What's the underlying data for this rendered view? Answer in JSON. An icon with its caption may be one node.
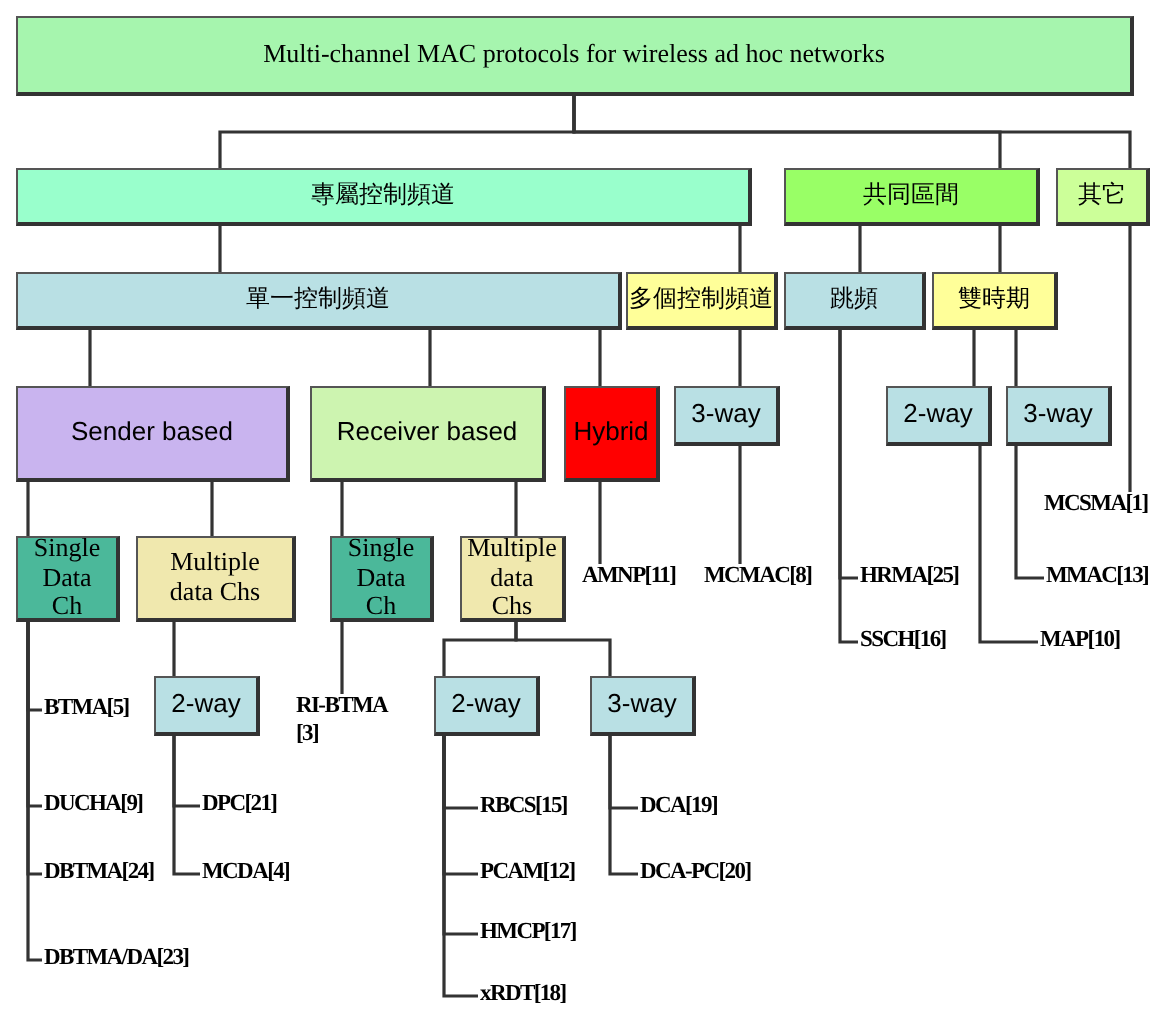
{
  "diagram": {
    "nodes": [
      {
        "text": [
          "Multi-channel MAC protocols for  wireless ad hoc networks"
        ]
      },
      {
        "text": [
          "專屬控制頻道"
        ]
      },
      {
        "text": [
          "共同區間"
        ]
      },
      {
        "text": [
          "其它"
        ]
      },
      {
        "text": [
          "單一控制頻道"
        ]
      },
      {
        "text": [
          "多個控制頻道"
        ]
      },
      {
        "text": [
          "跳頻"
        ]
      },
      {
        "text": [
          "雙時期"
        ]
      },
      {
        "text": [
          "Sender based"
        ]
      },
      {
        "text": [
          "Receiver based"
        ]
      },
      {
        "text": [
          "Hybrid"
        ]
      },
      {
        "text": [
          "3-way"
        ]
      },
      {
        "text": [
          "2-way"
        ]
      },
      {
        "text": [
          "3-way"
        ]
      },
      {
        "text": [
          "MCSMA[1]"
        ]
      },
      {
        "text": [
          "Single Data Ch"
        ]
      },
      {
        "text": [
          "Multiple data Chs"
        ]
      },
      {
        "text": [
          "Single Data Ch"
        ]
      },
      {
        "text": [
          "Multiple data Chs"
        ]
      },
      {
        "text": [
          "AMNP[11]"
        ]
      },
      {
        "text": [
          "MCMAC[8]"
        ]
      },
      {
        "text": [
          "HRMA[25]"
        ]
      },
      {
        "text": [
          "MMAC[13]"
        ]
      },
      {
        "text": [
          "SSCH[16]"
        ]
      },
      {
        "text": [
          "MAP[10]"
        ]
      },
      {
        "text": [
          "2-way"
        ]
      },
      {
        "text": [
          "BTMA[5]"
        ]
      },
      {
        "text": [
          "RI-BTMA [3]"
        ]
      },
      {
        "text": [
          "2-way"
        ]
      },
      {
        "text": [
          "3-way"
        ]
      },
      {
        "text": [
          "DUCHA[9]"
        ]
      },
      {
        "text": [
          "DPC[21]"
        ]
      },
      {
        "text": [
          "RBCS[15]"
        ]
      },
      {
        "text": [
          "DCA[19]"
        ]
      },
      {
        "text": [
          "DBTMA[24]"
        ]
      },
      {
        "text": [
          "MCDA[4]"
        ]
      },
      {
        "text": [
          "PCAM[12]"
        ]
      },
      {
        "text": [
          "DCA-PC[20]"
        ]
      },
      {
        "text": [
          "HMCP[17]"
        ]
      },
      {
        "text": [
          "DBTMA/DA[23]"
        ]
      },
      {
        "text": [
          "xRDT[18]"
        ]
      }
    ],
    "edges": [
      {
        "from": 0,
        "to": 1,
        "arrow": "none"
      },
      {
        "from": 0,
        "to": 2,
        "arrow": "none"
      },
      {
        "from": 0,
        "to": 3,
        "arrow": "none"
      },
      {
        "from": 1,
        "to": 4,
        "arrow": "none"
      },
      {
        "from": 1,
        "to": 5,
        "arrow": "none"
      },
      {
        "from": 2,
        "to": 6,
        "arrow": "none"
      },
      {
        "from": 2,
        "to": 7,
        "arrow": "none"
      },
      {
        "from": 3,
        "to": 14,
        "arrow": "none"
      },
      {
        "from": 4,
        "to": 8,
        "arrow": "none"
      },
      {
        "from": 4,
        "to": 9,
        "arrow": "none"
      },
      {
        "from": 4,
        "to": 10,
        "arrow": "none"
      },
      {
        "from": 5,
        "to": 11,
        "arrow": "none"
      },
      {
        "from": 6,
        "to": 21,
        "arrow": "none"
      },
      {
        "from": 6,
        "to": 23,
        "arrow": "none"
      },
      {
        "from": 7,
        "to": 12,
        "arrow": "none"
      },
      {
        "from": 7,
        "to": 13,
        "arrow": "none"
      },
      {
        "from": 12,
        "to": 24,
        "arrow": "none"
      },
      {
        "from": 13,
        "to": 22,
        "arrow": "none"
      },
      {
        "from": 8,
        "to": 15,
        "arrow": "none"
      },
      {
        "from": 8,
        "to": 16,
        "arrow": "none"
      },
      {
        "from": 9,
        "to": 17,
        "arrow": "none"
      },
      {
        "from": 9,
        "to": 18,
        "arrow": "none"
      },
      {
        "from": 10,
        "to": 19,
        "arrow": "none"
      },
      {
        "from": 11,
        "to": 20,
        "arrow": "none"
      },
      {
        "from": 15,
        "to": 26,
        "arrow": "none"
      },
      {
        "from": 15,
        "to": 30,
        "arrow": "none"
      },
      {
        "from": 15,
        "to": 34,
        "arrow": "none"
      },
      {
        "from": 15,
        "to": 39,
        "arrow": "none"
      },
      {
        "from": 16,
        "to": 25,
        "arrow": "none"
      },
      {
        "from": 17,
        "to": 27,
        "arrow": "none"
      },
      {
        "from": 18,
        "to": 28,
        "arrow": "none"
      },
      {
        "from": 18,
        "to": 29,
        "arrow": "none"
      },
      {
        "from": 25,
        "to": 31,
        "arrow": "none"
      },
      {
        "from": 25,
        "to": 35,
        "arrow": "none"
      },
      {
        "from": 28,
        "to": 32,
        "arrow": "none"
      },
      {
        "from": 28,
        "to": 36,
        "arrow": "none"
      },
      {
        "from": 28,
        "to": 38,
        "arrow": "none"
      },
      {
        "from": 28,
        "to": 40,
        "arrow": "none"
      },
      {
        "from": 29,
        "to": 33,
        "arrow": "none"
      },
      {
        "from": 29,
        "to": 37,
        "arrow": "none"
      }
    ]
  }
}
